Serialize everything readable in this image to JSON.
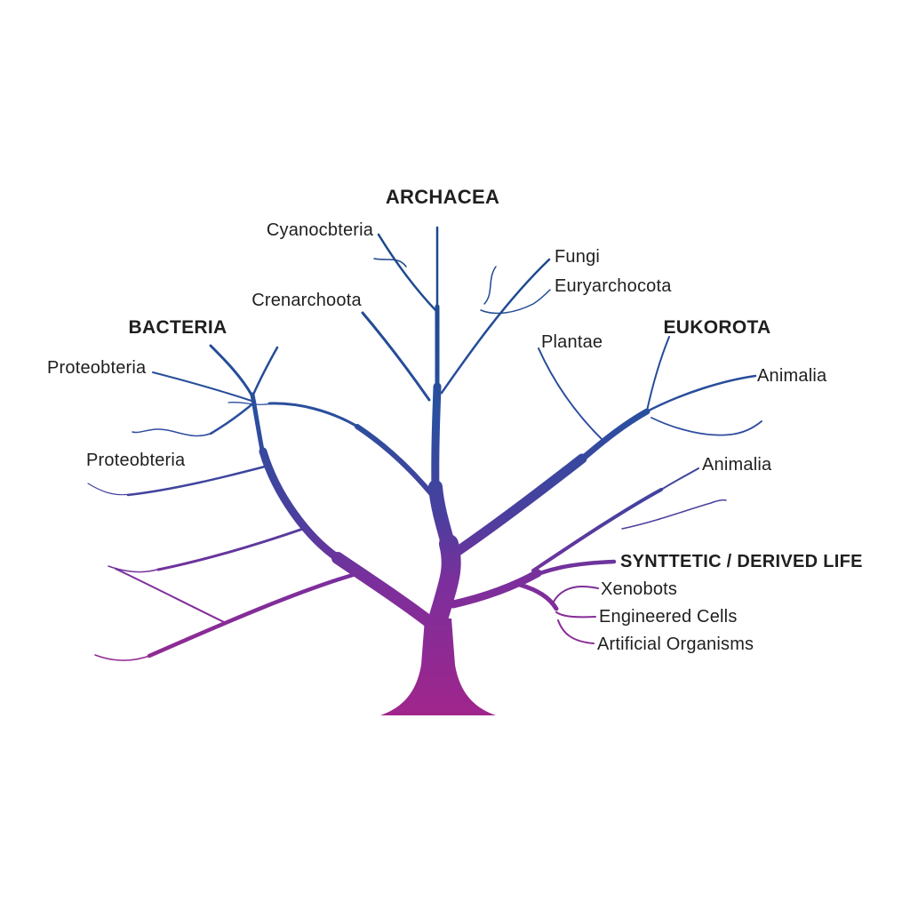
{
  "diagram": {
    "type": "phylogenetic-tree",
    "description_visible_text_only": true
  },
  "tree": {
    "domains": [
      {
        "name": "BACTERIA",
        "children": [
          "Proteobteria",
          "Proteobteria",
          "Cyanocbteria"
        ]
      },
      {
        "name": "ARCHACEA",
        "children": [
          "Crenarchoota",
          "Euryarchocota"
        ]
      },
      {
        "name": "EUKOROTA",
        "children": [
          "Fungi",
          "Plantae",
          "Animalia",
          "Animalia"
        ]
      },
      {
        "name": "SYNTTETIC / DERIVED LIFE",
        "children": [
          "Xenobots",
          "Engineered Cells",
          "Artificial Organisms"
        ]
      }
    ]
  },
  "colors": {
    "background": "#ffffff",
    "text": "#1f1f1f",
    "branch_navy": "#1a4788",
    "branch_blue": "#2a4f9e",
    "branch_indigo": "#4a3f9e",
    "branch_violet": "#7b2f9c",
    "branch_magenta": "#a1258b"
  }
}
